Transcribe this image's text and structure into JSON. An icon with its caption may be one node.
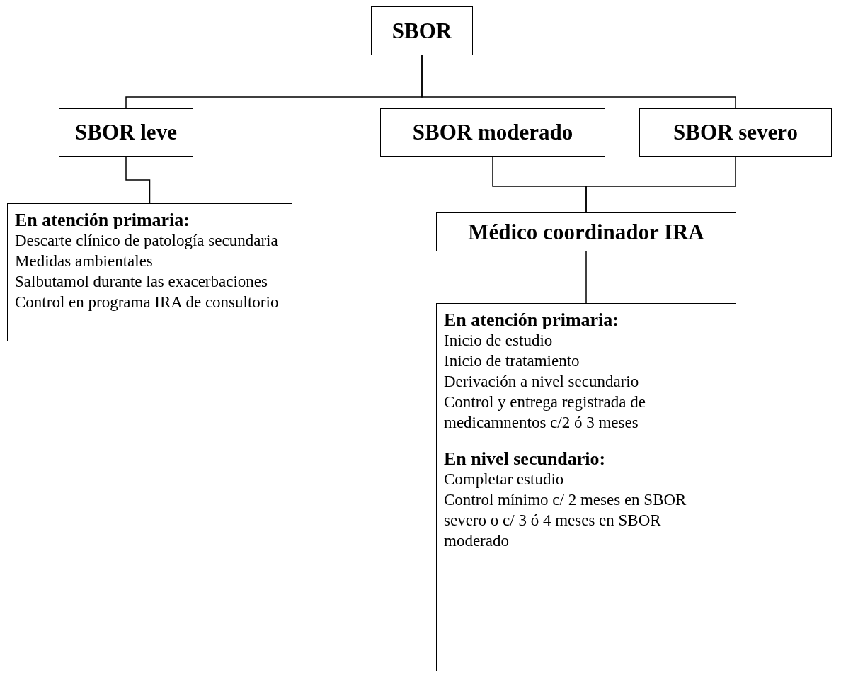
{
  "diagram": {
    "nodes": [
      {
        "text": [
          "SBOR"
        ]
      },
      {
        "text": [
          "SBOR leve"
        ]
      },
      {
        "text": [
          "SBOR moderado"
        ]
      },
      {
        "text": [
          "SBOR severo"
        ]
      },
      {
        "text": [
          "**En atención primaria:**",
          "Descarte clínico de patología secundaria",
          "Medidas ambientales",
          "Salbutamol durante las exacerbaciones",
          "Control en programa IRA de consultorio"
        ]
      },
      {
        "text": [
          "Médico coordinador IRA"
        ]
      },
      {
        "text": [
          "**En atención primaria:**",
          "Inicio de estudio",
          "Inicio de tratamiento",
          "Derivación a nivel secundario",
          "Control  y  entrega registrada de medicamnentos c/2 ó 3 meses",
          "**En nivel secundario:**",
          "Completar estudio",
          "Control mínimo c/ 2 meses en SBOR severo o c/ 3 ó 4 meses  en SBOR moderado"
        ]
      }
    ],
    "edges": [
      {
        "from": 0,
        "to": 1,
        "arrow": "none"
      },
      {
        "from": 0,
        "to": 3,
        "arrow": "none"
      },
      {
        "from": 1,
        "to": 4,
        "arrow": "none"
      },
      {
        "from": 2,
        "to": 5,
        "arrow": "none"
      },
      {
        "from": 3,
        "to": 5,
        "arrow": "none"
      },
      {
        "from": 5,
        "to": 6,
        "arrow": "none"
      }
    ]
  }
}
